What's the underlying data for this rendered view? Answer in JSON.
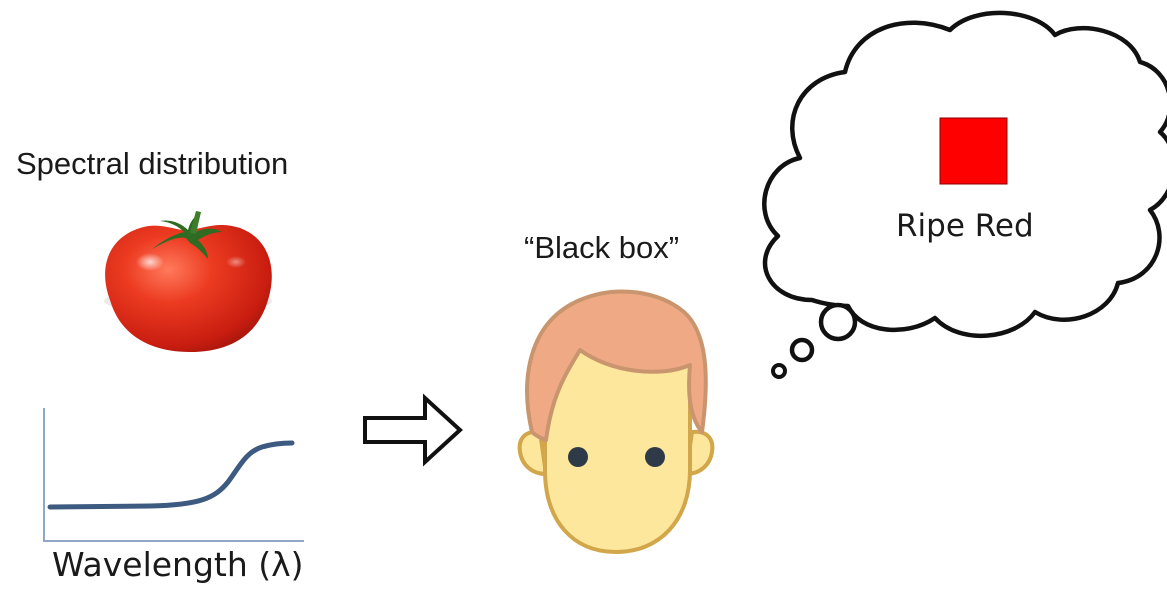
{
  "diagram": {
    "stimulus_label": "Spectral distribution",
    "observer_label": "“Black box”",
    "axis_label": "Wavelength (λ)",
    "percept_label": "Ripe Red"
  },
  "colors": {
    "tomato": "#e8321c",
    "curve": "#3d5a80",
    "hair": "#efaa85",
    "hair_outline": "#c9956e",
    "face": "#fde79c",
    "face_outline": "#d2a64a",
    "eyes": "#2f3a48",
    "percept_square": "#ff0000"
  },
  "icons": {
    "stimulus": "tomato-icon",
    "arrow": "right-arrow-icon",
    "observer": "person-face-icon",
    "thought": "thought-bubble-icon"
  }
}
